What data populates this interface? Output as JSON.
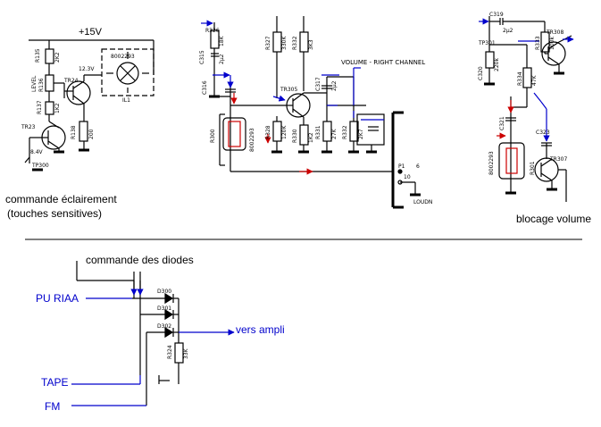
{
  "labels": {
    "supply": "+15V",
    "commande_eclairement_1": "commande éclairement",
    "commande_eclairement_2": "(touches sensitives)",
    "volume_right": "VOLUME - RIGHT CHANNEL",
    "blocage_volume": "blocage volume",
    "commande_diodes": "commande des diodes",
    "pu_riaa": "PU RIAA",
    "vers_ampli": "vers ampli",
    "tape": "TAPE",
    "fm": "FM"
  },
  "components": {
    "r135": "R135",
    "r135v": "2K2",
    "r136": "R136",
    "level": "LEVEL",
    "r137": "R137",
    "r137v": "1K2",
    "tr24": "TR24",
    "tr23": "TR23",
    "r138": "R138",
    "r138v": "200",
    "tp300": "TP300",
    "v123": "12.3V",
    "v84": "8.4V",
    "bulb": "8002293",
    "il1": "IL1",
    "r326": "R326",
    "r326v": "18K",
    "c315": "C315",
    "c315v": "2μ2",
    "c316": "C316",
    "r300": "R300",
    "bulb2": "8002293",
    "r327": "R327",
    "r327v": "330K",
    "r332a": "R332",
    "r332av": "3K3",
    "tr305": "TR305",
    "r328": "R328",
    "r328v": "120K",
    "r330": "R330",
    "r330v": "1K2",
    "r331": "R331",
    "r331v": "27K",
    "r332": "R332",
    "r332v": "2K7",
    "c317": "C317",
    "c317v": "2μ2",
    "p1": "P1",
    "p1a": "6",
    "p1b": "10",
    "loudn": "LOUDN",
    "c319": "C319",
    "c319v": "2μ2",
    "tp301": "TP301",
    "tr308": "TR308",
    "c320": "C320",
    "c320v": "220k",
    "r333": "R333",
    "r333v": "100k",
    "r334": "R334",
    "r334v": "47K",
    "c321": "C321",
    "c323": "C323",
    "r301": "R301",
    "bulb3": "8002293",
    "tr307": "TR307",
    "d300": "D300",
    "d301": "D301",
    "d302": "D302",
    "r324": "R324",
    "r324v": "33K"
  },
  "colors": {
    "wire": "#000000",
    "arrow": "#0000cc",
    "red": "#cc0000"
  }
}
